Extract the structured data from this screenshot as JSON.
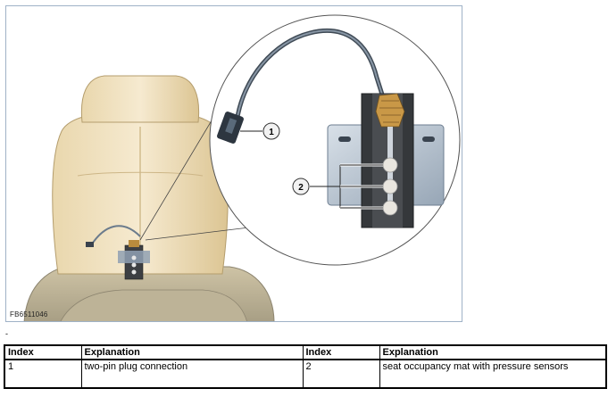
{
  "figure": {
    "code": "FB6511046",
    "callouts": [
      "1",
      "2"
    ]
  },
  "dash": "-",
  "table": {
    "headers": [
      "Index",
      "Explanation",
      "Index",
      "Explanation"
    ],
    "rows": [
      [
        "1",
        "two-pin plug connection",
        "2",
        "seat occupancy mat with pressure sensors"
      ]
    ]
  }
}
